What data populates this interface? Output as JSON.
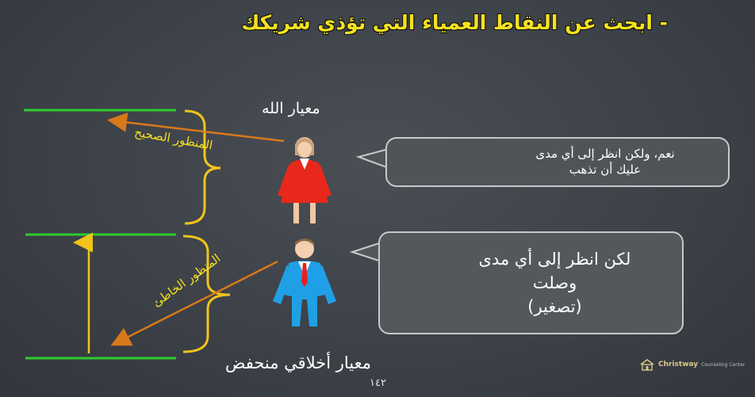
{
  "slide": {
    "title": "- ابحث عن النقاط العمياء التي تؤذي شريكك",
    "god_standard_label": "معيار الله",
    "low_standard_label": "معيار أخلاقي منحفض",
    "correct_view_label": "المنظور الصحيح",
    "wrong_view_label": "المنظور الخاطئ",
    "bubble_woman_line1": "نعم، ولكن انظر إلى أي مدى",
    "bubble_woman_line2": "عليك أن تذهب",
    "bubble_man_line1": "لكن انظر إلى أي مدى",
    "bubble_man_line2": "وصلت",
    "bubble_man_line3": "(تصغير)",
    "page_number": "١٤٢",
    "logo_name": "Christway",
    "logo_sub": "Counseling Center"
  },
  "colors": {
    "background": "#3d4148",
    "title": "#f4e21f",
    "green_line": "#2ecc2e",
    "brace": "#f0c419",
    "arrow_orange": "#d8791a",
    "woman_dress": "#e8281a",
    "man_suit": "#1fa0e6"
  }
}
